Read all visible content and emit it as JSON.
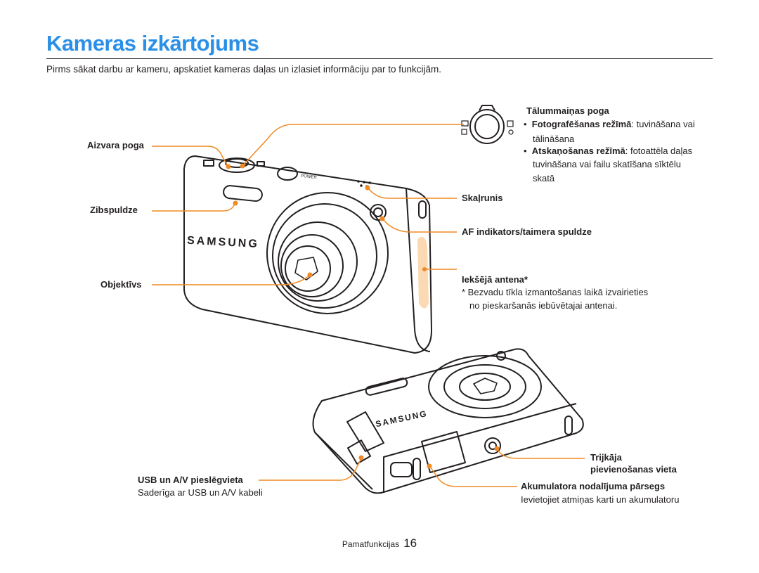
{
  "title": "Kameras izkārtojums",
  "intro": "Pirms sākat darbu ar kameru, apskatiet kameras daļas un izlasiet informāciju par to funkcijām.",
  "labels": {
    "shutter": "Aizvara poga",
    "flash": "Zibspuldze",
    "lens": "Objektīvs",
    "zoom": "Tālummaiņas poga",
    "speaker": "Skaļrunis",
    "af_lamp": "AF indikators/taimera spuldze",
    "antenna": "Iekšējā antena*",
    "usb": "USB un A/V pieslēgvieta",
    "tripod_1": "Trijkāja",
    "tripod_2": "pievienošanas vieta",
    "battery_cover": "Akumulatora nodalījuma pārsegs"
  },
  "zoom_bullets": [
    {
      "bold": "Fotografēšanas režīmā",
      "rest": ": tuvināšana vai",
      "cont": [
        "tālināšana"
      ]
    },
    {
      "bold": "Atskaņošanas režīmā",
      "rest": ": fotoattēla daļas",
      "cont": [
        "tuvināšana vai failu skatīšana sīktēlu",
        "skatā"
      ]
    }
  ],
  "antenna_note": [
    "* Bezvadu tīkla izmantošanas laikā izvairieties",
    "no pieskaršanās iebūvētajai antenai."
  ],
  "usb_note": "Saderīga ar USB un A/V kabeli",
  "battery_note": "Ievietojiet atmiņas karti un akumulatoru",
  "camera_brand": "SAMSUNG",
  "power_label": "POWER",
  "footer": {
    "section": "Pamatfunkcijas",
    "page": "16"
  },
  "colors": {
    "title": "#2a8fe6",
    "leader": "#f08a24",
    "antenna_area": "#fbd9b3"
  }
}
